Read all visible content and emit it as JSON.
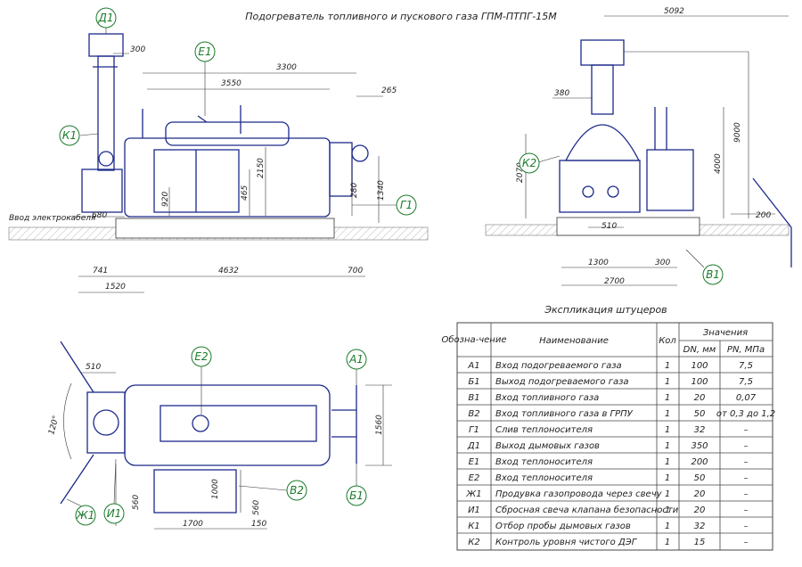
{
  "title": "Подогреватель топливного и пускового газа ГПМ-ПТПГ-15М",
  "explication_title": "Экспликация штуцеров",
  "side_view": {
    "balloons": [
      "Д1",
      "Е1",
      "К1",
      "Г1"
    ],
    "dims": [
      "300",
      "3300",
      "3550",
      "265",
      "2150",
      "465",
      "920",
      "280",
      "1340",
      "680",
      "741",
      "4632",
      "700",
      "1520"
    ],
    "cable_label": "Ввод электрокабеля"
  },
  "front_view": {
    "balloons": [
      "К2",
      "В1"
    ],
    "dims": [
      "5092",
      "380",
      "9000",
      "4000",
      "2070",
      "200",
      "510",
      "1300",
      "300",
      "2700"
    ]
  },
  "top_view": {
    "balloons": [
      "Е2",
      "А1",
      "Б1",
      "В2",
      "И1",
      "Ж1"
    ],
    "dims": [
      "510",
      "120°",
      "1560",
      "1000",
      "560",
      "560",
      "1700",
      "150"
    ]
  },
  "table": {
    "headers": {
      "designation": "Обозна-чение",
      "name": "Наименование",
      "qty": "Кол",
      "values": "Значения",
      "dn": "DN, мм",
      "pn": "PN, МПа"
    },
    "rows": [
      {
        "code": "А1",
        "name": "Вход подогреваемого газа",
        "qty": "1",
        "dn": "100",
        "pn": "7,5"
      },
      {
        "code": "Б1",
        "name": "Выход подогреваемого газа",
        "qty": "1",
        "dn": "100",
        "pn": "7,5"
      },
      {
        "code": "В1",
        "name": "Вход топливного газа",
        "qty": "1",
        "dn": "20",
        "pn": "0,07"
      },
      {
        "code": "В2",
        "name": "Вход топливного газа в ГРПУ",
        "qty": "1",
        "dn": "50",
        "pn": "от 0,3 до 1,2"
      },
      {
        "code": "Г1",
        "name": "Слив теплоносителя",
        "qty": "1",
        "dn": "32",
        "pn": "–"
      },
      {
        "code": "Д1",
        "name": "Выход дымовых газов",
        "qty": "1",
        "dn": "350",
        "pn": "–"
      },
      {
        "code": "Е1",
        "name": "Вход теплоносителя",
        "qty": "1",
        "dn": "200",
        "pn": "–"
      },
      {
        "code": "Е2",
        "name": "Вход теплоносителя",
        "qty": "1",
        "dn": "50",
        "pn": "–"
      },
      {
        "code": "Ж1",
        "name": "Продувка газопровода через свечу",
        "qty": "1",
        "dn": "20",
        "pn": "–"
      },
      {
        "code": "И1",
        "name": "Сбросная свеча клапана безопасности",
        "qty": "1",
        "dn": "20",
        "pn": "–"
      },
      {
        "code": "К1",
        "name": "Отбор пробы дымовых газов",
        "qty": "1",
        "dn": "32",
        "pn": "–"
      },
      {
        "code": "К2",
        "name": "Контроль уровня чистого ДЭГ",
        "qty": "1",
        "dn": "15",
        "pn": "–"
      }
    ]
  }
}
